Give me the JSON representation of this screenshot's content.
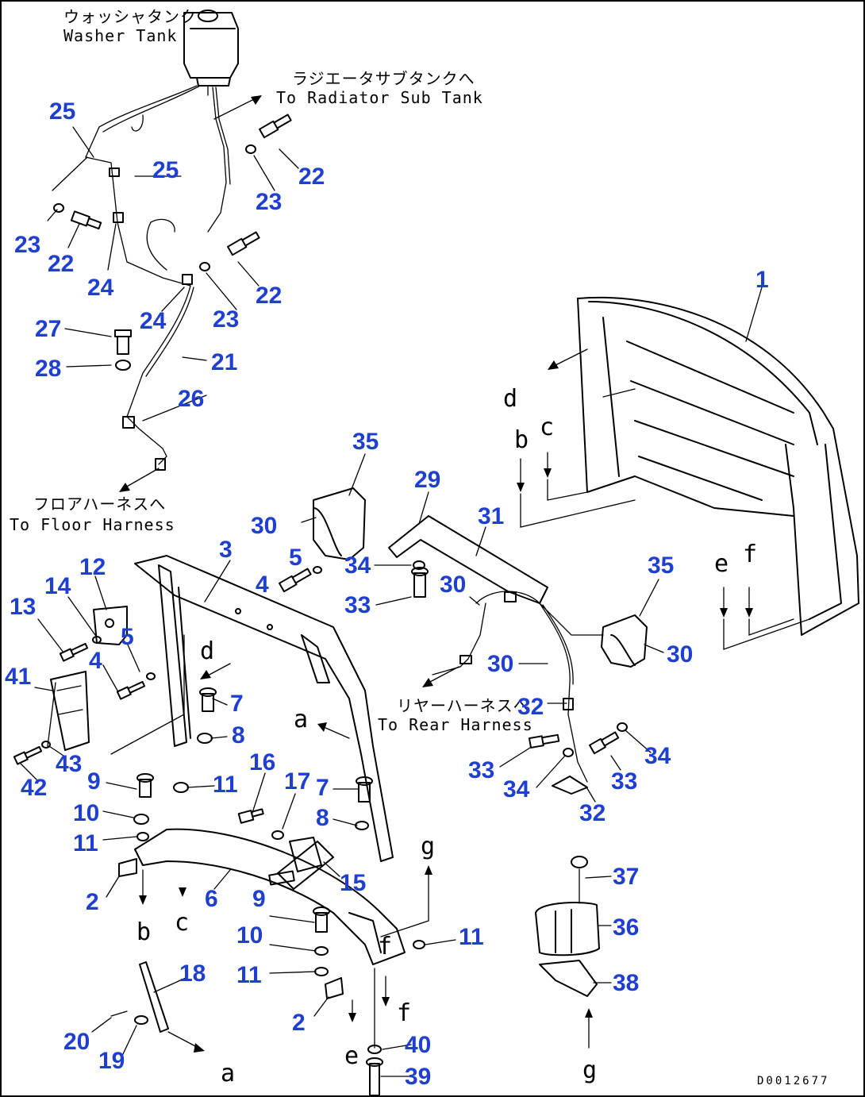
{
  "notes": {
    "washer_tank_jp": "ウォッシャタンク",
    "washer_tank_en": "Washer Tank",
    "radiator_sub_tank_jp": "ラジエータサブタンクへ",
    "radiator_sub_tank_en": "To Radiator Sub Tank",
    "floor_harness_jp": "フロアハーネスへ",
    "floor_harness_en": "To Floor Harness",
    "rear_harness_jp": "リヤーハーネスへ",
    "rear_harness_en": "To Rear Harness"
  },
  "callouts": {
    "c1": "1",
    "c2a": "2",
    "c2b": "2",
    "c3": "3",
    "c4a": "4",
    "c4b": "4",
    "c5a": "5",
    "c5b": "5",
    "c6": "6",
    "c7a": "7",
    "c7b": "7",
    "c8a": "8",
    "c8b": "8",
    "c9a": "9",
    "c9b": "9",
    "c10a": "10",
    "c10b": "10",
    "c11a": "11",
    "c11b": "11",
    "c11c": "11",
    "c11d": "11",
    "c12": "12",
    "c13": "13",
    "c14": "14",
    "c15": "15",
    "c16": "16",
    "c17": "17",
    "c18": "18",
    "c19": "19",
    "c20": "20",
    "c21": "21",
    "c22a": "22",
    "c22b": "22",
    "c22c": "22",
    "c23a": "23",
    "c23b": "23",
    "c23c": "23",
    "c24a": "24",
    "c24b": "24",
    "c25a": "25",
    "c25b": "25",
    "c26": "26",
    "c27": "27",
    "c28": "28",
    "c29": "29",
    "c30a": "30",
    "c30b": "30",
    "c30c": "30",
    "c30d": "30",
    "c31": "31",
    "c32a": "32",
    "c32b": "32",
    "c33a": "33",
    "c33b": "33",
    "c33c": "33",
    "c34a": "34",
    "c34b": "34",
    "c34c": "34",
    "c35a": "35",
    "c35b": "35",
    "c36": "36",
    "c37": "37",
    "c38": "38",
    "c39": "39",
    "c40": "40",
    "c41": "41",
    "c42": "42",
    "c43": "43"
  },
  "reference_letters": {
    "a1": "a",
    "a2": "a",
    "b1": "b",
    "b2": "b",
    "c1": "c",
    "c2": "c",
    "d1": "d",
    "d2": "d",
    "e1": "e",
    "e2": "e",
    "f1": "f",
    "f2": "f",
    "f3": "f",
    "g1": "g",
    "g2": "g"
  },
  "document_number": "D0012677"
}
